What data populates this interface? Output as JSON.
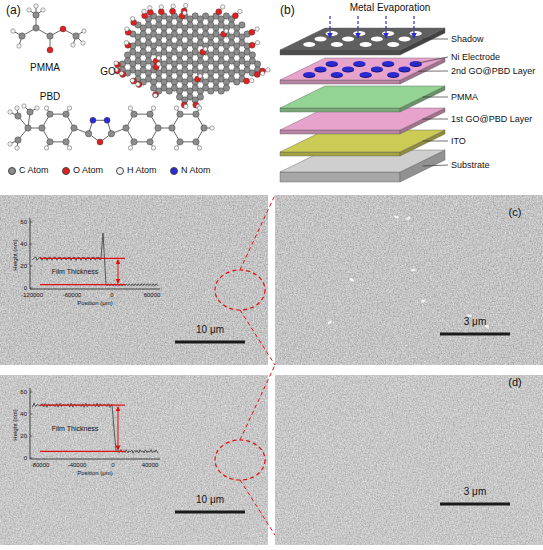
{
  "diagram": {
    "labels": [
      "(a)",
      "PMMA",
      "GO",
      "PBD",
      "(b)",
      "Metal Evaporation",
      "Shadow",
      "Ni Electrode",
      "2nd GO@PBD Layer",
      "PMMA",
      "1st GO@PBD Layer",
      "ITO",
      "Substrate",
      "Height (nm)",
      "60",
      "40",
      "20",
      "0",
      "-120000",
      "-60000",
      "0",
      "60000",
      "Position (μm)",
      "Film Thickness",
      "10 μm",
      "(c)",
      "3 μm",
      "Height (nm)",
      "60",
      "40",
      "20",
      "0",
      "-80000",
      "-40000",
      "0",
      "40000",
      "Position (μm)",
      "Film Thickness",
      "10 μm",
      "(d)",
      "3 μm"
    ],
    "legend": [
      {
        "text": "C Atom",
        "color": "#8c8c8c"
      },
      {
        "text": "O Atom",
        "color": "#e02020"
      },
      {
        "text": "H Atom",
        "color": "#f2f2f2"
      },
      {
        "text": "N Atom",
        "color": "#2b2bd6"
      }
    ]
  }
}
